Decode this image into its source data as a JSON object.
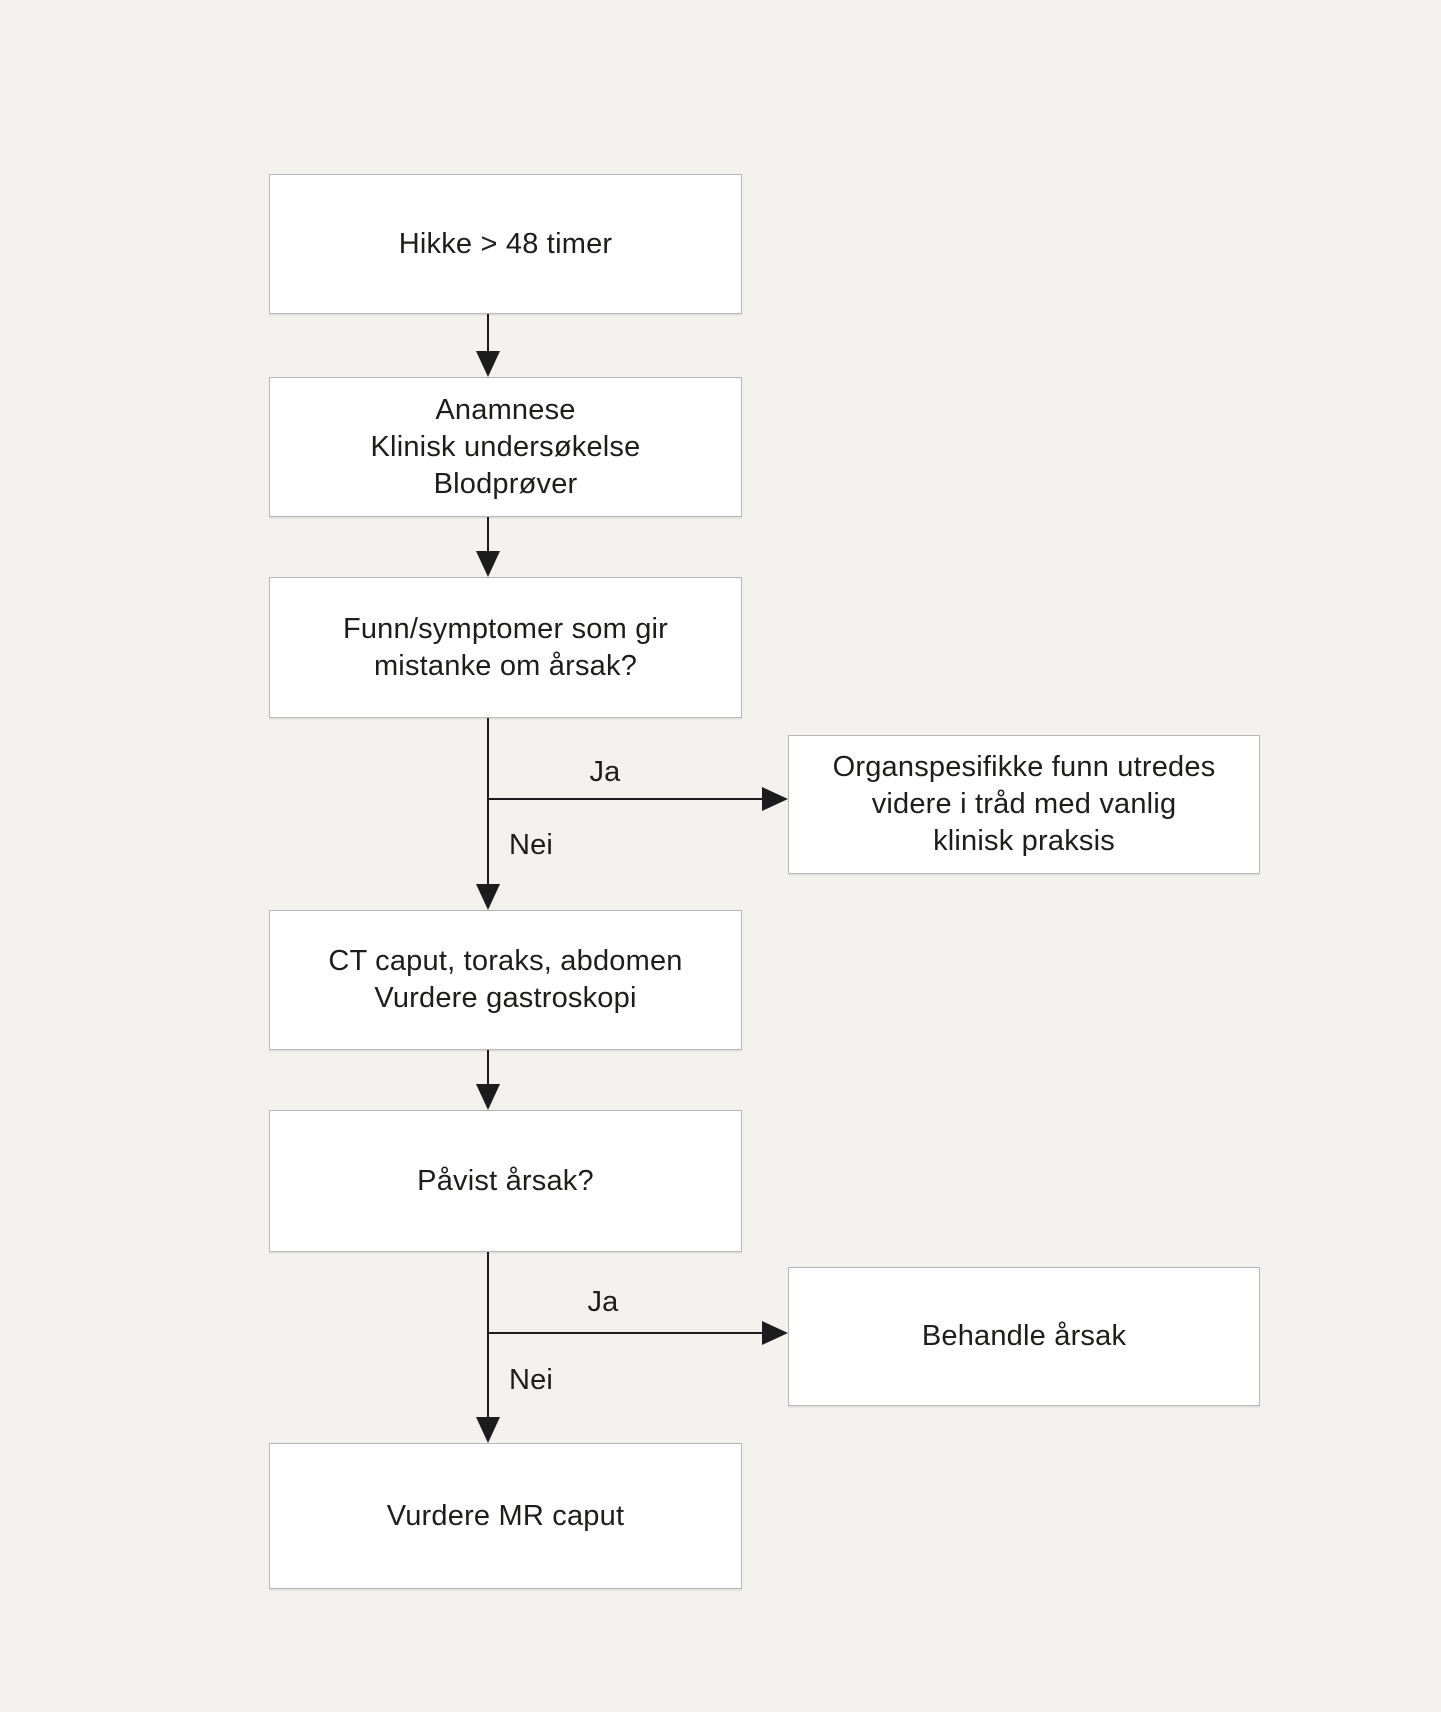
{
  "diagram": {
    "type": "flowchart",
    "language": "no",
    "colors": {
      "background": "#f2f1ee",
      "node_fill": "#ffffff",
      "node_border": "#b7b6b4",
      "line": "#1c1c1c",
      "text": "#1d1d1b"
    },
    "nodes": {
      "start": {
        "lines": [
          "Hikke > 48 timer"
        ]
      },
      "workup": {
        "lines": [
          "Anamnese",
          "Klinisk undersøkelse",
          "Blodprøver"
        ]
      },
      "decision1": {
        "lines": [
          "Funn/symptomer som gir",
          "mistanke om årsak?"
        ]
      },
      "organ": {
        "lines": [
          "Organspesifikke funn utredes",
          "videre i tråd med vanlig",
          "klinisk praksis"
        ]
      },
      "ct": {
        "lines": [
          "CT caput, toraks, abdomen",
          "Vurdere gastroskopi"
        ]
      },
      "decision2": {
        "lines": [
          "Påvist årsak?"
        ]
      },
      "treat": {
        "lines": [
          "Behandle årsak"
        ]
      },
      "mr": {
        "lines": [
          "Vurdere MR caput"
        ]
      }
    },
    "edge_labels": {
      "yes1": "Ja",
      "no1": "Nei",
      "yes2": "Ja",
      "no2": "Nei"
    }
  }
}
